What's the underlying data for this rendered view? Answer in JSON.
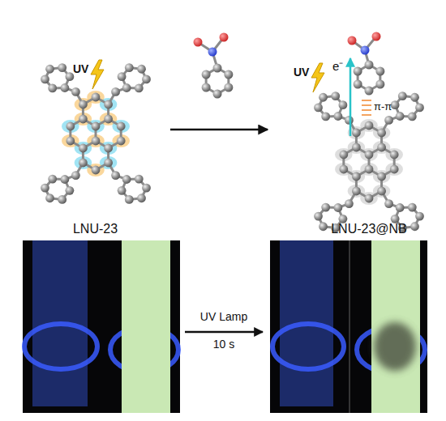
{
  "diagram": {
    "nodes": [
      {
        "text": [
          "LNU-23"
        ]
      },
      {
        "text": [
          "LNU-23@NB"
        ]
      }
    ],
    "edges": [
      {
        "from": 0,
        "to": 1,
        "arrow": "to"
      }
    ],
    "labels": [
      "UV",
      "UV",
      "e⁻",
      "π-π",
      "UV Lamp",
      "10 s"
    ]
  }
}
